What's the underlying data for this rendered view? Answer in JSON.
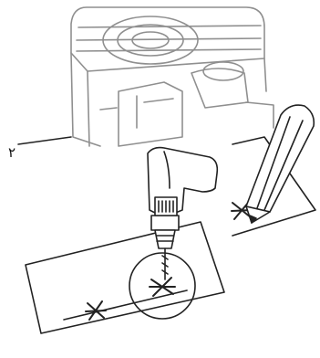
{
  "figure": {
    "step_number": "۲",
    "parts": [
      "air-conditioner-unit-illustration",
      "drill-icon",
      "pencil-icon",
      "mounting-template-sheet",
      "cross-mark"
    ]
  }
}
